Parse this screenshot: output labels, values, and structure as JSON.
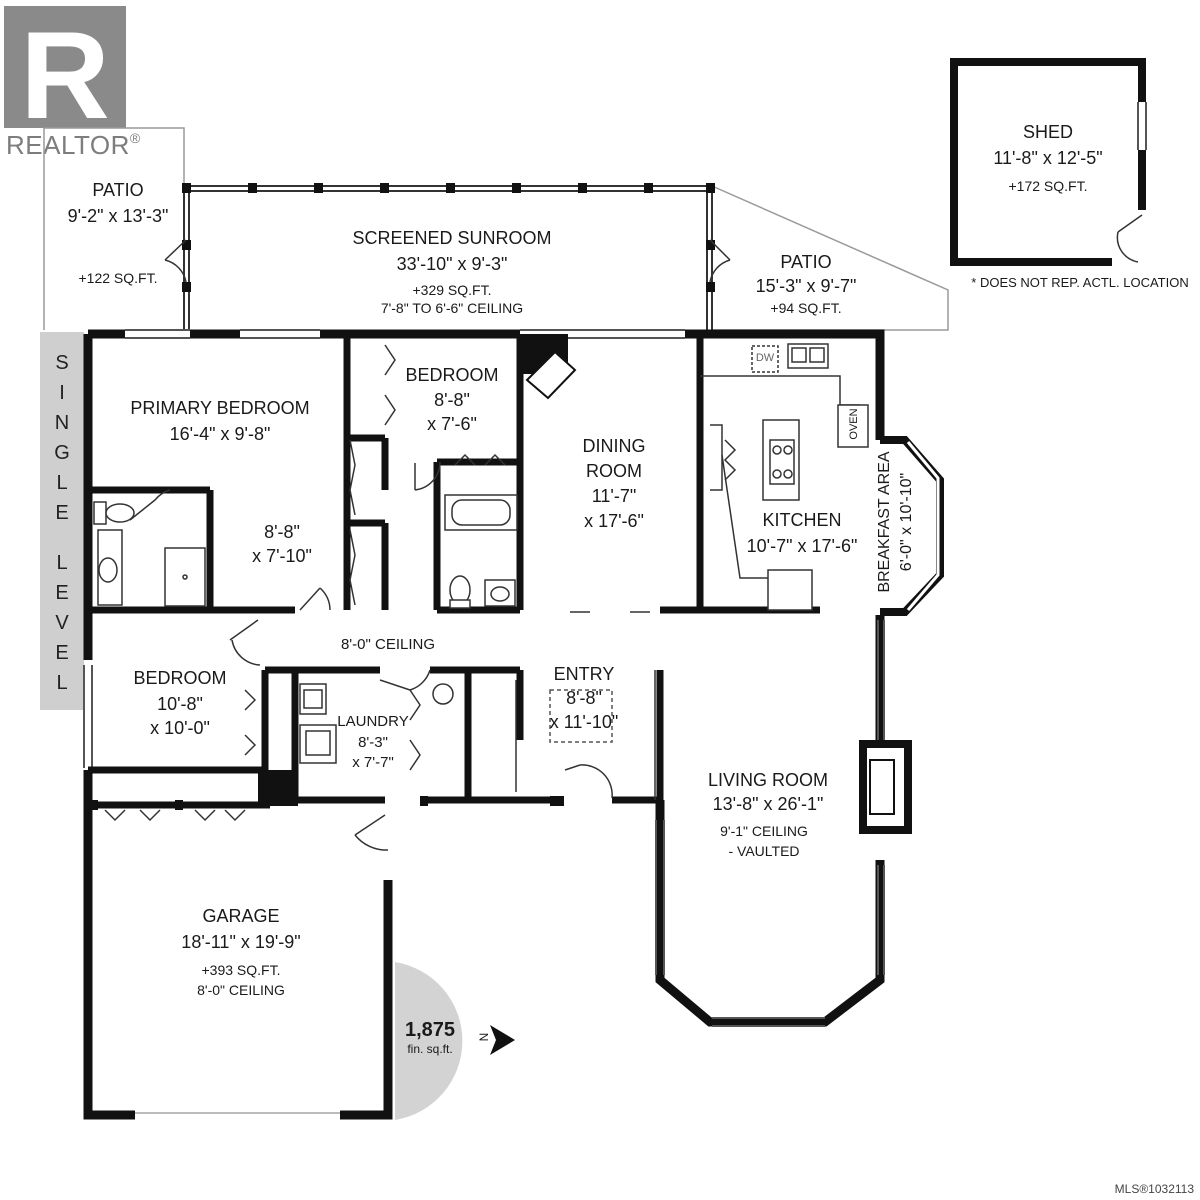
{
  "branding": {
    "logo_letter": "R",
    "logo_text": "REALTOR",
    "logo_mark": "®",
    "mls": "MLS®1032113"
  },
  "side_label": {
    "letters": [
      "S",
      "I",
      "N",
      "G",
      "L",
      "E",
      "",
      "L",
      "E",
      "V",
      "E",
      "L"
    ]
  },
  "compass": {
    "area": "1,875",
    "unit": "fin. sq.ft.",
    "north": "N"
  },
  "note": "* DOES NOT REP. ACTL. LOCATION",
  "rooms": {
    "patio_left": {
      "name": "PATIO",
      "dims": "9'-2\" x 13'-3\"",
      "area": "+122 SQ.FT."
    },
    "sunroom": {
      "name": "SCREENED SUNROOM",
      "dims": "33'-10\" x 9'-3\"",
      "area": "+329 SQ.FT.",
      "ceiling": "7'-8\" TO 6'-6\" CEILING"
    },
    "patio_right": {
      "name": "PATIO",
      "dims": "15'-3\" x 9'-7\"",
      "area": "+94 SQ.FT."
    },
    "shed": {
      "name": "SHED",
      "dims": "11'-8\" x 12'-5\"",
      "area": "+172 SQ.FT."
    },
    "primary_bedroom": {
      "name": "PRIMARY BEDROOM",
      "dims": "16'-4\" x 9'-8\"",
      "dims2_a": "8'-8\"",
      "dims2_b": "x 7'-10\""
    },
    "bedroom_small": {
      "name": "BEDROOM",
      "dims_a": "8'-8\"",
      "dims_b": "x 7'-6\""
    },
    "dining": {
      "name_a": "DINING",
      "name_b": "ROOM",
      "dims_a": "11'-7\"",
      "dims_b": "x 17'-6\""
    },
    "kitchen": {
      "name": "KITCHEN",
      "dims": "10'-7\" x 17'-6\""
    },
    "breakfast": {
      "name": "BREAKFAST AREA",
      "dims": "6'-0\" x 10'-10\""
    },
    "hall": {
      "ceiling": "8'-0\" CEILING"
    },
    "bedroom_left": {
      "name": "BEDROOM",
      "dims_a": "10'-8\"",
      "dims_b": "x 10'-0\""
    },
    "laundry": {
      "name": "LAUNDRY",
      "dims_a": "8'-3\"",
      "dims_b": "x 7'-7\""
    },
    "entry": {
      "name": "ENTRY",
      "dims_a": "8'-8\"",
      "dims_b": "x 11'-10\""
    },
    "living": {
      "name": "LIVING ROOM",
      "dims": "13'-8\" x 26'-1\"",
      "ceiling_a": "9'-1\" CEILING",
      "ceiling_b": "- VAULTED"
    },
    "garage": {
      "name": "GARAGE",
      "dims": "18'-11\" x 19'-9\"",
      "area": "+393 SQ.FT.",
      "ceiling": "8'-0\" CEILING"
    }
  },
  "fixtures": {
    "dw": "DW",
    "oven": "OVEN"
  }
}
